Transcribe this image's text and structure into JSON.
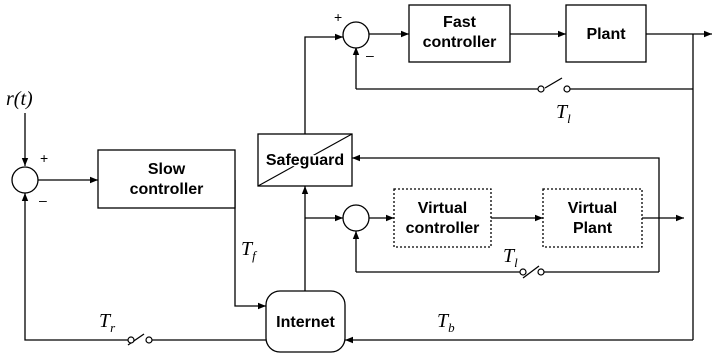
{
  "blocks": {
    "fast_controller": [
      "Fast",
      "controller"
    ],
    "plant": "Plant",
    "slow_controller": [
      "Slow",
      "controller"
    ],
    "safeguard": "Safeguard",
    "virtual_controller": [
      "Virtual",
      "controller"
    ],
    "virtual_plant": [
      "Virtual",
      "Plant"
    ],
    "internet": "Internet"
  },
  "signs": {
    "fast_sum_plus": "+",
    "fast_sum_minus": "–",
    "slow_sum_plus": "+",
    "slow_sum_minus": "–"
  },
  "labels": {
    "reference": "r(t)",
    "T_l_top": {
      "base": "T",
      "sub": "l"
    },
    "T_l_bottom": {
      "base": "T",
      "sub": "l"
    },
    "T_f": {
      "base": "T",
      "sub": "f"
    },
    "T_r": {
      "base": "T",
      "sub": "r"
    },
    "T_b": {
      "base": "T",
      "sub": "b"
    }
  }
}
